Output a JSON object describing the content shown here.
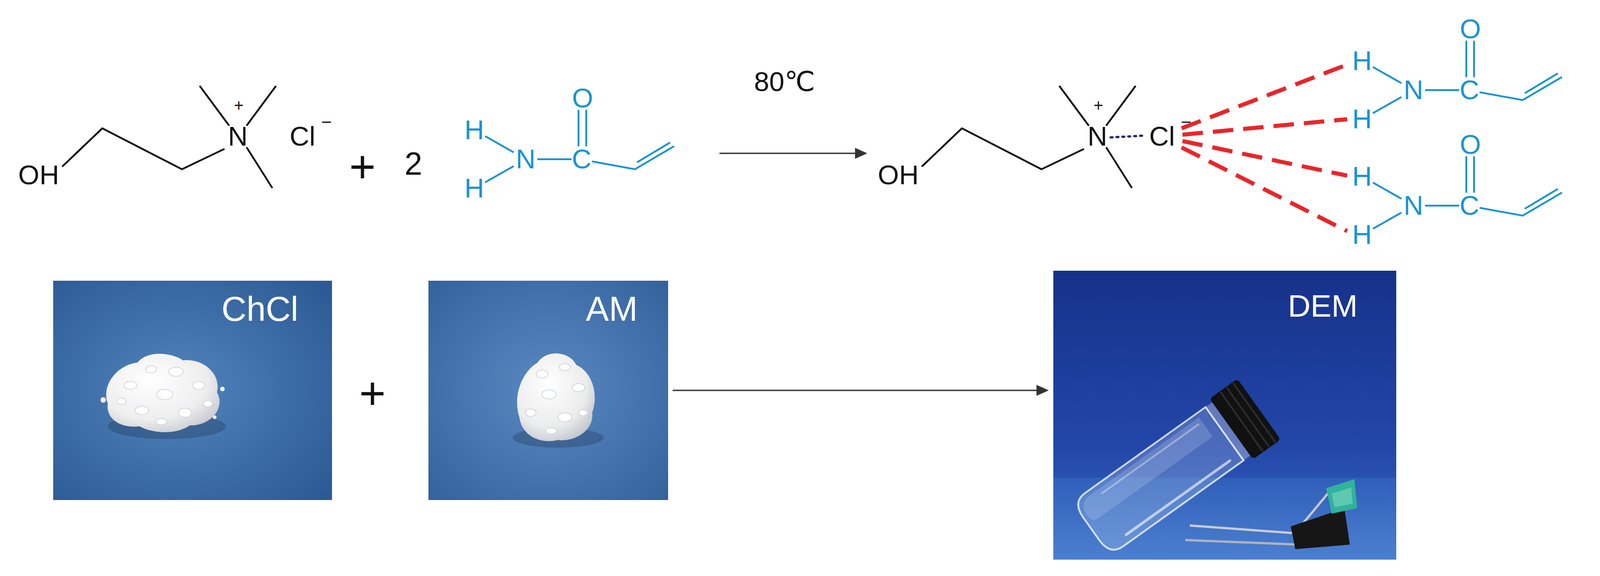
{
  "diagram": {
    "nodes": [
      {
        "text": [
          "ChCl"
        ]
      },
      {
        "text": [
          "AM"
        ]
      },
      {
        "text": [
          "DEM"
        ]
      }
    ],
    "edges": [
      {
        "from": 1,
        "to": 2,
        "arrow": "to"
      }
    ],
    "labels": [
      "OH",
      "N",
      "+",
      "Cl",
      "−",
      "+",
      "2",
      "H",
      "H",
      "N",
      "C",
      "O",
      "80℃",
      "OH",
      "N",
      "+",
      "Cl",
      "−",
      "H",
      "H",
      "N",
      "C",
      "O",
      "H",
      "H",
      "N",
      "C",
      "O",
      "+"
    ]
  }
}
